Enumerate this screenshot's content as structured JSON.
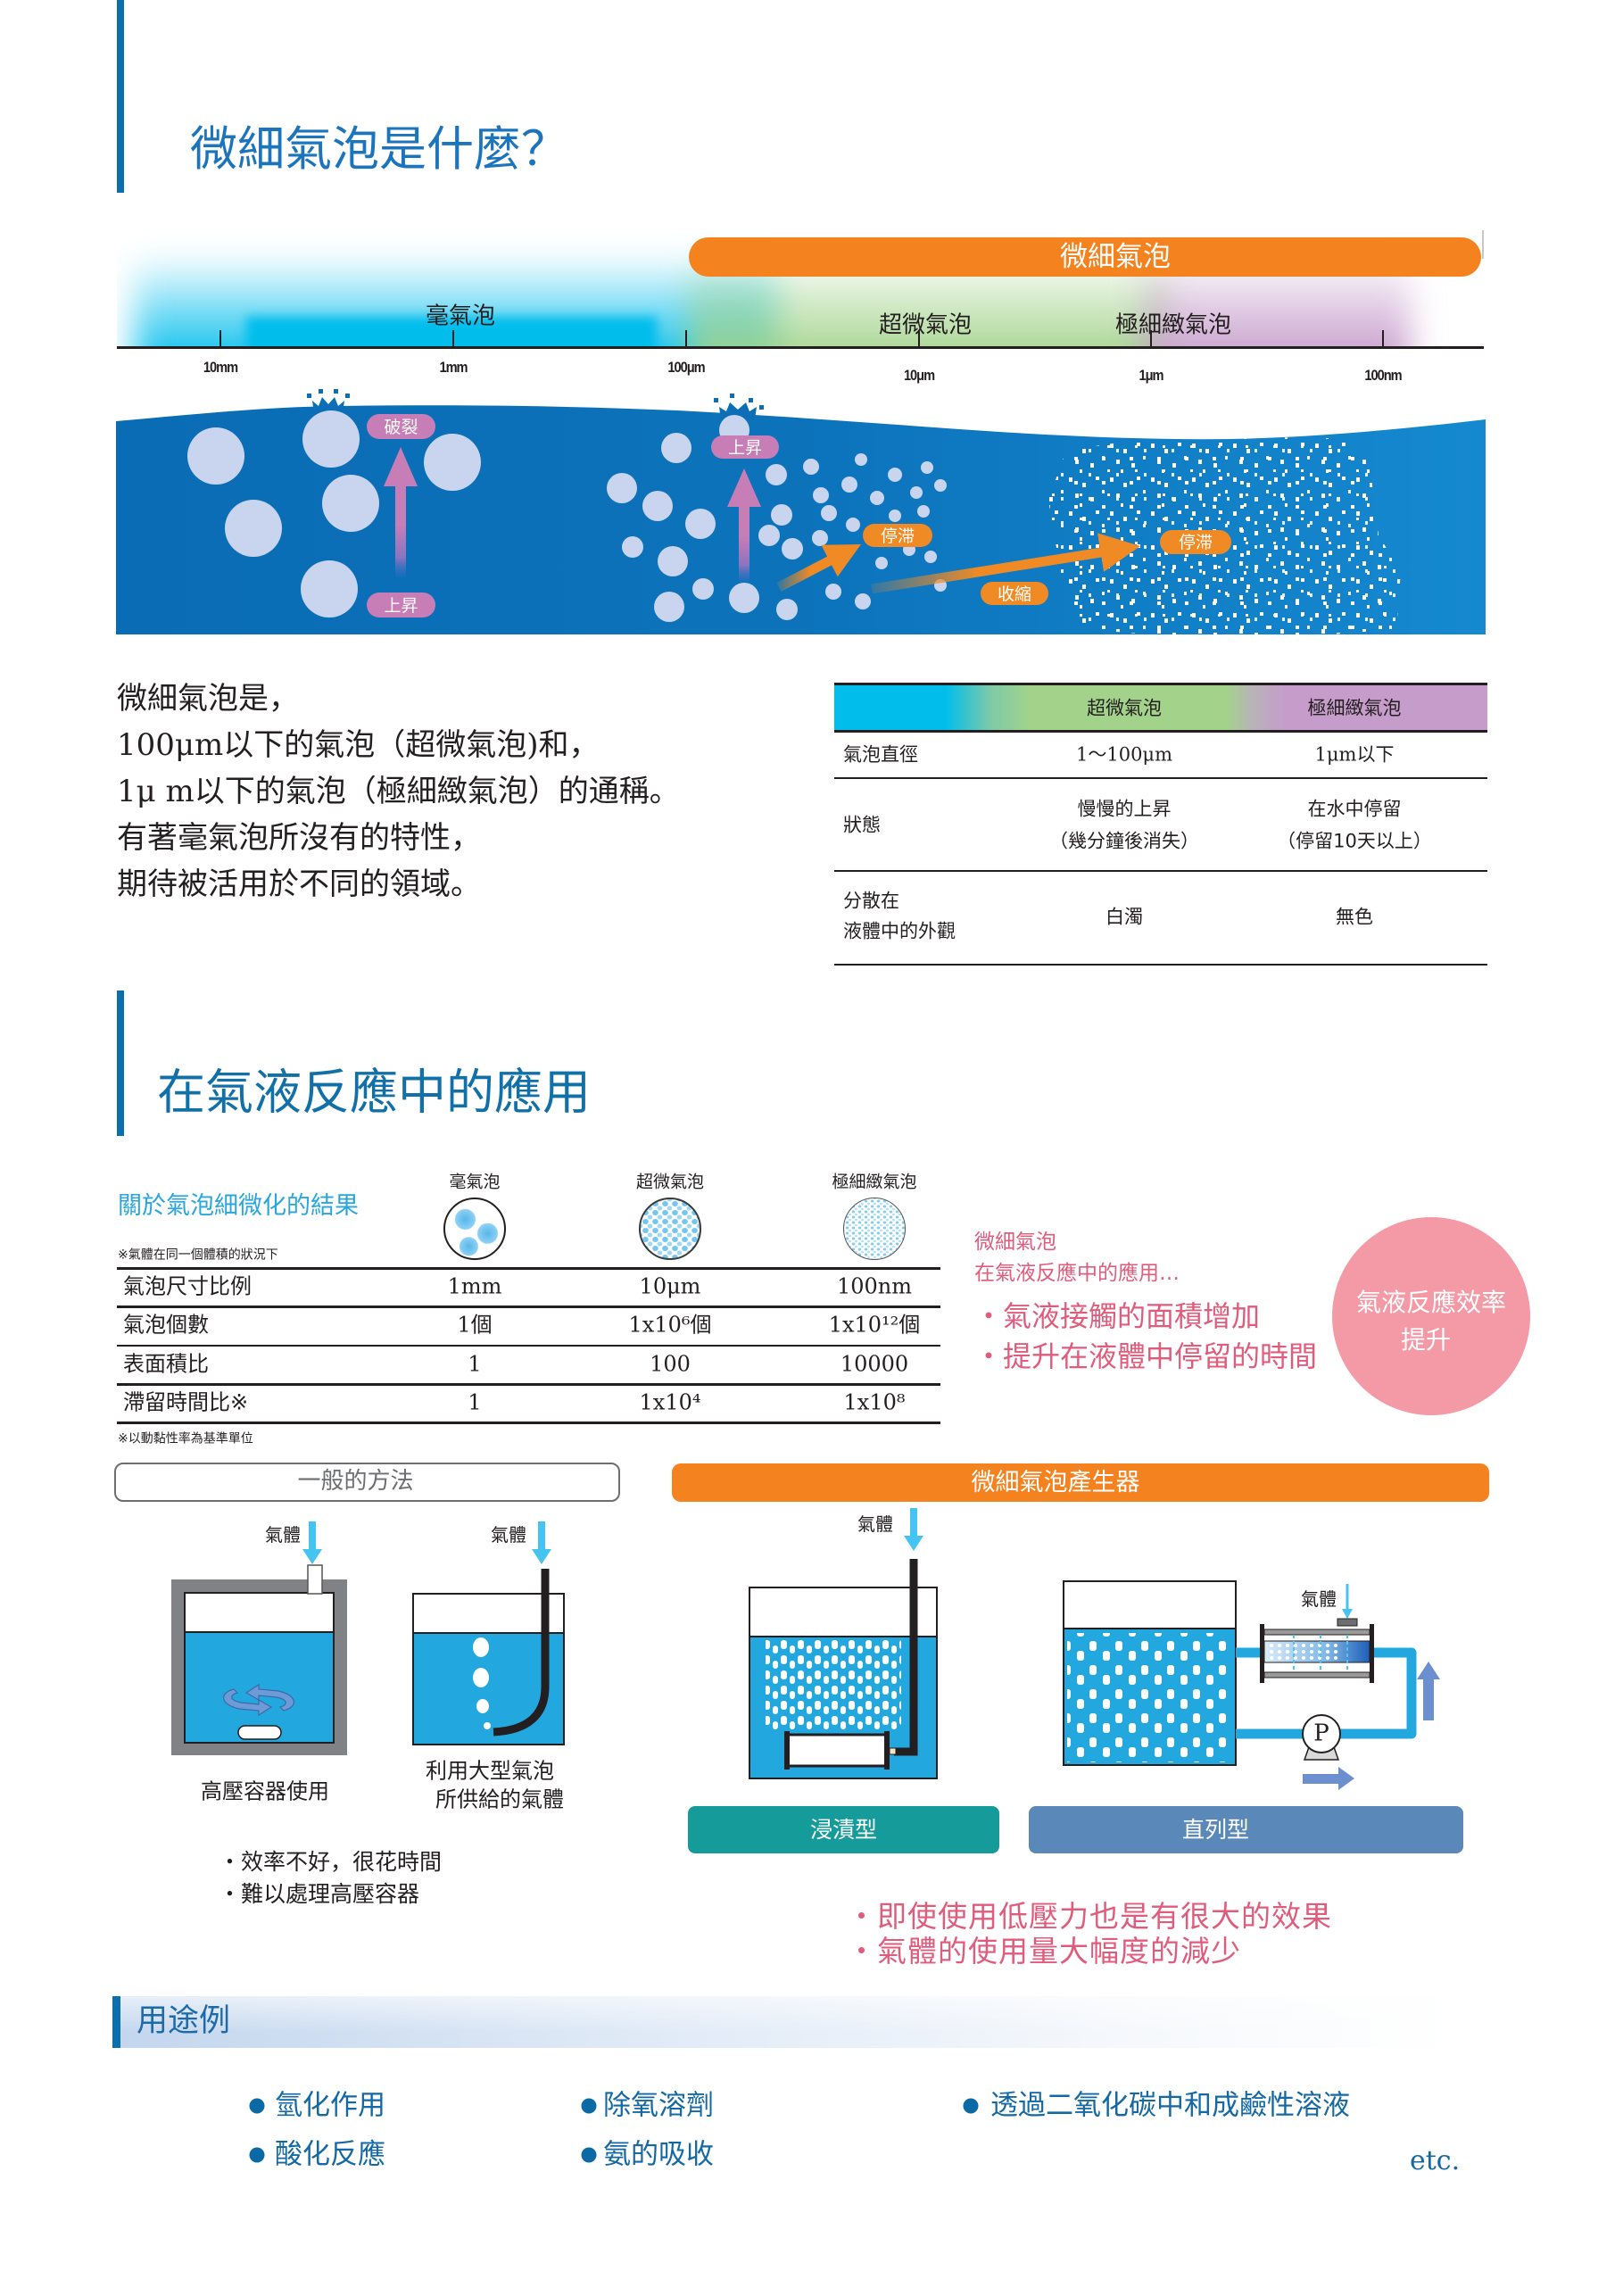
{
  "section_what": {
    "title": "微細氣泡是什麼？",
    "scale": {
      "banner": "微細氣泡",
      "band_labels": {
        "milli": "毫氣泡",
        "micro": "超微氣泡",
        "nano": "極細緻氣泡"
      },
      "ticks": [
        "10mm",
        "1mm",
        "100μm",
        "10μm",
        "1μm",
        "100nm"
      ]
    },
    "illustration_labels": {
      "burst": "破裂",
      "rise_large": "上昇",
      "rise_medium": "上昇",
      "stay_micro": "停滞",
      "shrink": "收縮",
      "stay_nano": "停滞"
    },
    "description_lines": [
      "微細氣泡是，",
      "100μm以下的氣泡（超微氣泡)和，",
      "1μ m以下的氣泡（極細緻氣泡）的通稱。",
      "有著毫氣泡所沒有的特性，",
      "期待被活用於不同的領域。"
    ],
    "comparison_table": {
      "header": [
        "",
        "超微氣泡",
        "極細緻氣泡"
      ],
      "rows": [
        {
          "label": [
            "氣泡直徑"
          ],
          "micro": [
            "1～100μm"
          ],
          "nano": [
            "1μm以下"
          ]
        },
        {
          "label": [
            "狀態"
          ],
          "micro": [
            "慢慢的上昇",
            "（幾分鐘後消失）"
          ],
          "nano": [
            "在水中停留",
            "（停留10天以上）"
          ]
        },
        {
          "label": [
            "分散在",
            "液體中的外觀"
          ],
          "micro": [
            "白濁"
          ],
          "nano": [
            "無色"
          ]
        }
      ]
    }
  },
  "section_application": {
    "title": "在氣液反應中的應用",
    "results": {
      "subtitle": "關於氣泡細微化的結果",
      "condition_note": "※氣體在同一個體積的狀況下",
      "columns": [
        "毫氣泡",
        "超微氣泡",
        "極細緻氣泡"
      ],
      "rows": [
        [
          "氣泡尺寸比例",
          "1mm",
          "10μm",
          "100nm"
        ],
        [
          "氣泡個數",
          "1個",
          "1x10⁶個",
          "1x10¹²個"
        ],
        [
          "表面積比",
          "1",
          "100",
          "10000"
        ],
        [
          "滯留時間比※",
          "1",
          "1x10⁴",
          "1x10⁸"
        ]
      ],
      "footnote": "※以動黏性率為基準單位"
    },
    "benefits": {
      "intro": [
        "微細氣泡",
        "在氣液反應中的應用…"
      ],
      "bullets": [
        "・氣液接觸的面積增加",
        "・提升在液體中停留的時間"
      ],
      "badge": [
        "氣液反應效率",
        "提升"
      ]
    },
    "conventional": {
      "header": "一般的方法",
      "gas_label": "氣體",
      "pressure_vessel_caption": "高壓容器使用",
      "large_bubble_caption": [
        "利用大型氣泡",
        "所供給的氣體"
      ],
      "drawbacks": [
        "・效率不好，很花時間",
        "・難以處理高壓容器"
      ]
    },
    "generator": {
      "header": "微細氣泡產生器",
      "gas_label": "氣體",
      "pump_label": "P",
      "types": [
        "浸漬型",
        "直列型"
      ],
      "advantages": [
        "・即使使用低壓力也是有很大的效果",
        "・氣體的使用量大幅度的減少"
      ]
    }
  },
  "section_uses": {
    "title": "用途例",
    "items": [
      "氫化作用",
      "除氧溶劑",
      "透過二氧化碳中和成鹼性溶液",
      "酸化反應",
      "氨的吸收"
    ],
    "etc": "etc."
  },
  "colors": {
    "title_blue": "#1c75bc",
    "section_bar": "#0b6fad",
    "accent_orange": "#f4821f",
    "milli_band": "#00bdec",
    "micro_band": "#a3d38b",
    "nano_band": "#c69ccb",
    "water": "#0c6db5",
    "bubble": "#c9d5ef",
    "pink_label": "#c77db6",
    "pink_text": "#e05c7c",
    "pink_badge": "#f39aa6",
    "tank_water": "#22a8df",
    "immersion_type": "#169b9b",
    "inline_type": "#5a88b8",
    "uses_text": "#1468a3"
  }
}
